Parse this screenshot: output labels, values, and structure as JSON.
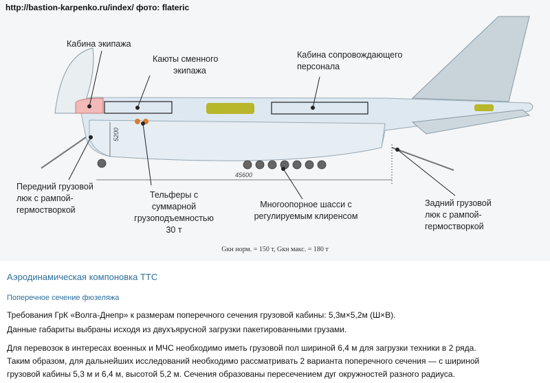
{
  "figure": {
    "source": "http://bastion-karpenko.ru/index/ фото: flateric",
    "labels": {
      "cockpit": "Кабина экипажа",
      "crew_rest_line1": "Каюты сменного",
      "crew_rest_line2": "экипажа",
      "escort_line1": "Кабина сопровождающего",
      "escort_line2": "персонала",
      "front_door_line1": "Передний грузовой",
      "front_door_line2": "люк с рампой-",
      "front_door_line3": "гермостворкой",
      "hoist_line1": "Тельферы с",
      "hoist_line2": "суммарной",
      "hoist_line3": "грузоподъемностью",
      "hoist_line4": "30 т",
      "gear_line1": "Многоопорное шасси с",
      "gear_line2": "регулируемым клиренсом",
      "rear_door_line1": "Задний грузовой",
      "rear_door_line2": "люк с рампой-",
      "rear_door_line3": "гермостворкой"
    },
    "dim_height": "5200",
    "dim_length": "45600",
    "formula": "Gкн норм. = 150 т, Gкн макс. = 180 т"
  },
  "article": {
    "heading": "Аэродинамическая компоновка ТТС",
    "subheading": "Поперечное сечение фюзеляжа",
    "p1": "Требования ГрК «Волга-Днепр» к размерам поперечного сечения грузовой кабины: 5,3м×5,2м (Ш×В).",
    "p2": "Данные габариты выбраны исходя из двухъярусной загрузки пакетированными грузами.",
    "p3_line1": "Для перевозок в интересах военных и МЧС необходимо иметь грузовой пол шириной 6,4 м для загрузки техники в 2 ряда.",
    "p3_line2": "Таким образом, для дальнейших исследований необходимо рассматривать 2 варианта поперечного сечения — с шириной",
    "p3_line3": "грузовой кабины 5,3 м и 6,4 м, высотой 5,2 м. Сечения образованы пересечением дуг окружностей разного радиуса."
  }
}
